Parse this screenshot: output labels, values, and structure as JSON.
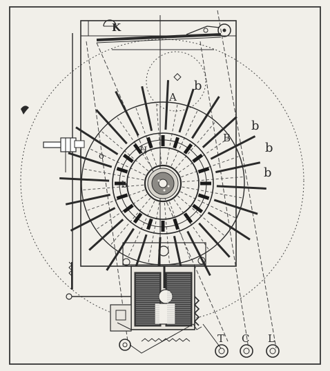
{
  "figure": {
    "labels": {
      "K": "K",
      "A": "A",
      "B": "B",
      "b1": "b",
      "b2": "b",
      "b3": "b",
      "b4": "b",
      "b5": "b",
      "H": "H",
      "o": "o",
      "T": "T",
      "C": "C",
      "L": "L"
    },
    "colors": {
      "ink": "#2a2a2a",
      "paper": "#f1efe9"
    }
  }
}
